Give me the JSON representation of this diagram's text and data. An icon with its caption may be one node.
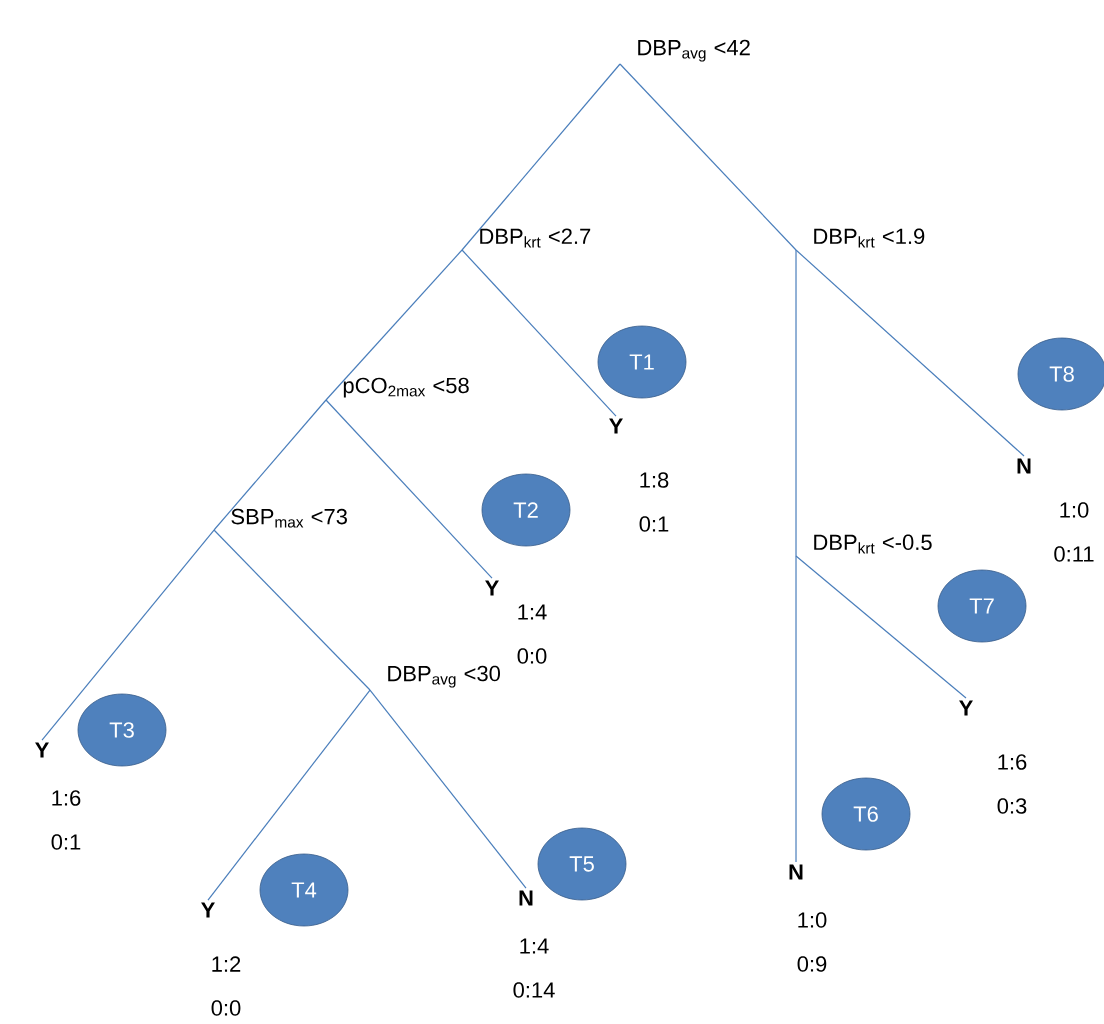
{
  "diagram": {
    "nodes": [
      {
        "text": [
          "DBP$_{avg}$ <42"
        ]
      },
      {
        "text": [
          "DBP$_{krt}$ <2.7"
        ]
      },
      {
        "text": [
          "DBP$_{krt}$ <1.9"
        ]
      },
      {
        "text": [
          "T1"
        ]
      },
      {
        "text": [
          "T8"
        ]
      },
      {
        "text": [
          "pCO$_{2max}$ <58"
        ]
      },
      {
        "text": [
          "Y"
        ],
        "beside": [
          "1:8",
          "0:1"
        ]
      },
      {
        "text": [
          "N"
        ],
        "beside": [
          "1:0",
          "0:11"
        ]
      },
      {
        "text": [
          "T2"
        ]
      },
      {
        "text": [
          "DBP$_{krt}$ <-0.5"
        ]
      },
      {
        "text": [
          "SBP$_{max}$ <73"
        ]
      },
      {
        "text": [
          "Y"
        ],
        "beside": [
          "1:4",
          "0:0"
        ]
      },
      {
        "text": [
          "T7"
        ]
      },
      {
        "text": [
          "DBP$_{avg}$ <30"
        ]
      },
      {
        "text": [
          "Y"
        ],
        "beside": [
          "1:6",
          "0:1"
        ]
      },
      {
        "text": [
          "T3"
        ]
      },
      {
        "text": [
          "Y"
        ],
        "beside": [
          "1:6",
          "0:3"
        ]
      },
      {
        "text": [
          "T6"
        ]
      },
      {
        "text": [
          "Y"
        ],
        "beside": [
          "1:2",
          "0:0"
        ]
      },
      {
        "text": [
          "T4"
        ]
      },
      {
        "text": [
          "N"
        ],
        "beside": [
          "1:4",
          "0:14"
        ]
      },
      {
        "text": [
          "T5"
        ]
      },
      {
        "text": [
          "N"
        ],
        "beside": [
          "1:0",
          "0:9"
        ]
      }
    ],
    "edges": [
      {
        "from": 0,
        "to": 1,
        "arrow": "none"
      },
      {
        "from": 0,
        "to": 2,
        "arrow": "none"
      },
      {
        "from": 1,
        "to": 5,
        "arrow": "none"
      },
      {
        "from": 1,
        "to": 6,
        "arrow": "none"
      },
      {
        "from": 2,
        "to": 9,
        "arrow": "none"
      },
      {
        "from": 2,
        "to": 7,
        "arrow": "none"
      },
      {
        "from": 5,
        "to": 10,
        "arrow": "none"
      },
      {
        "from": 5,
        "to": 11,
        "arrow": "none"
      },
      {
        "from": 10,
        "to": 14,
        "arrow": "none"
      },
      {
        "from": 10,
        "to": 13,
        "arrow": "none"
      },
      {
        "from": 13,
        "to": 18,
        "arrow": "none"
      },
      {
        "from": 13,
        "to": 20,
        "arrow": "none"
      },
      {
        "from": 9,
        "to": 22,
        "arrow": "none"
      },
      {
        "from": 9,
        "to": 16,
        "arrow": "none"
      }
    ]
  }
}
